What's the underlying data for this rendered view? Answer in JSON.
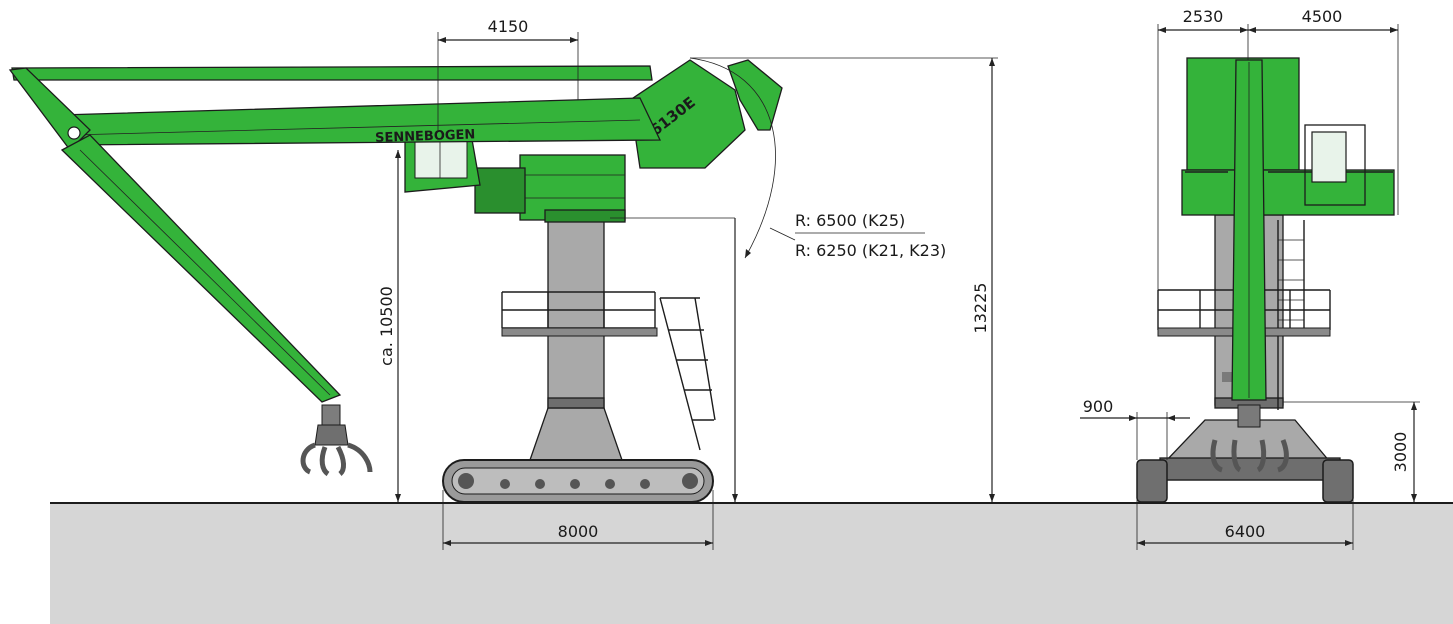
{
  "side_view": {
    "dim_arm_offset": "4150",
    "dim_pivot_height": "ca. 10500",
    "dim_total_height": "13225",
    "dim_track_length": "8000",
    "radius_k25": "R: 6500 (K25)",
    "radius_k21_k23": "R: 6250 (K21, K23)",
    "brand_text": "SENNEBOGEN",
    "model_badge": "6130E"
  },
  "front_view": {
    "dim_left_width": "2530",
    "dim_right_width": "4500",
    "dim_wheel_width": "900",
    "dim_clearance_height": "3000",
    "dim_gauge": "6400"
  },
  "colors": {
    "machine_green": "#34b33a",
    "column_grey": "#a9a9a9",
    "ground_grey": "#d6d6d6"
  }
}
